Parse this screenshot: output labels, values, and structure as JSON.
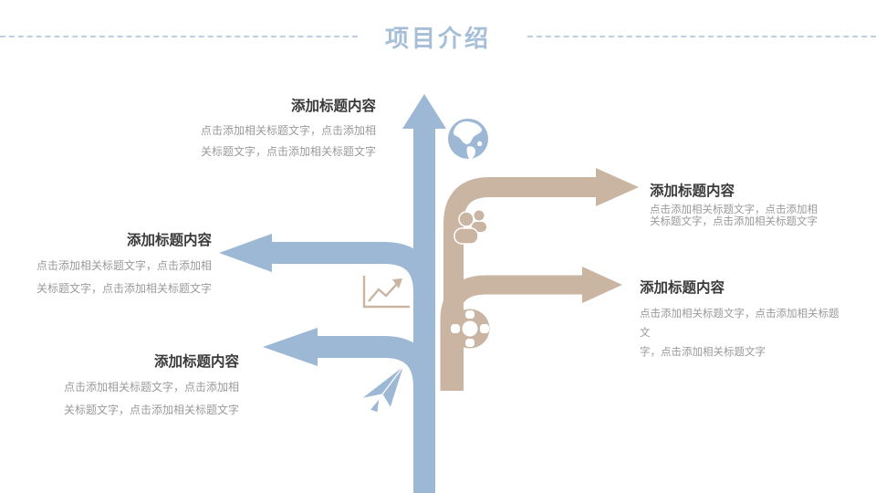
{
  "slide": {
    "title": "项目介绍"
  },
  "colors": {
    "arrow_blue": "#9db8d5",
    "arrow_tan": "#cab5a3",
    "title_blue": "#a6bed8",
    "dash_line": "#bdcfe0",
    "heading_text": "#3b3b3b",
    "body_text": "#9a9a9a"
  },
  "blocks": [
    {
      "title": "添加标题内容",
      "body": [
        "点击添加相关标题文字，点击添加相",
        "关标题文字，点击添加相关标题文字"
      ],
      "icon": "globe-icon",
      "align": "right"
    },
    {
      "title": "添加标题内容",
      "body": [
        "点击添加相关标题文字，点击添加相",
        "关标题文字，点击添加相关标题文字"
      ],
      "icon": "people-icon",
      "align": "left"
    },
    {
      "title": "添加标题内容",
      "body": [
        "点击添加相关标题文字，点击添加相",
        "关标题文字，点击添加相关标题文字"
      ],
      "icon": "chart-icon",
      "align": "right"
    },
    {
      "title": "添加标题内容",
      "body": [
        "点击添加相关标题文字，点击添加相关标题文",
        "字，点击添加相关标题文字"
      ],
      "icon": "lifebuoy-icon",
      "align": "left"
    },
    {
      "title": "添加标题内容",
      "body": [
        "点击添加相关标题文字，点击添加相",
        "关标题文字，点击添加相关标题文字"
      ],
      "icon": "paper-plane-icon",
      "align": "right"
    }
  ]
}
